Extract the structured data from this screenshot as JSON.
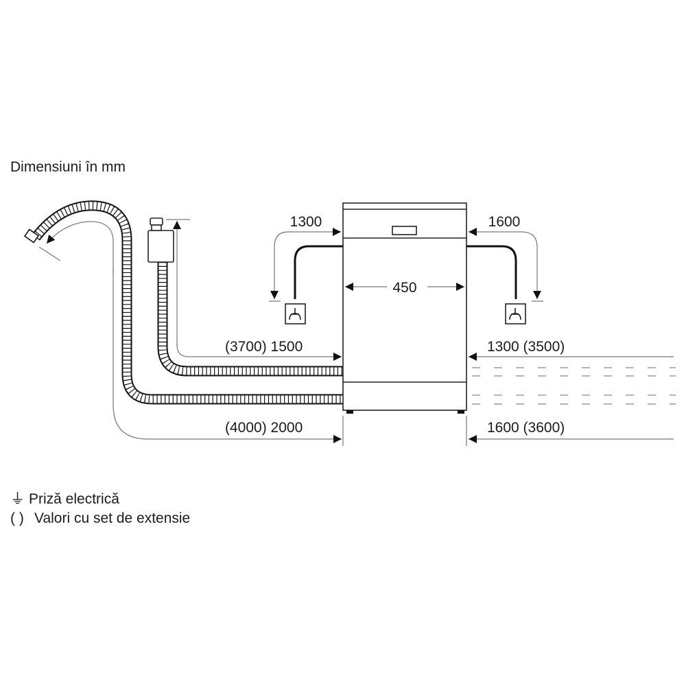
{
  "title": "Dimensiuni în mm",
  "dimensions": {
    "width": "450",
    "left_cable": "1300",
    "right_cable": "1600",
    "left_inlet_hose": "(3700) 1500",
    "left_drain_hose": "(4000) 2000",
    "right_inlet_hose": "1300 (3500)",
    "right_drain_hose": "1600 (3600)"
  },
  "legend": {
    "socket_symbol": "⏚",
    "socket_label": "Priză electrică",
    "extension_symbol": "( )",
    "extension_label": "Valori cu set de extensie"
  },
  "colors": {
    "line": "#111111",
    "dim_line": "#777777"
  }
}
